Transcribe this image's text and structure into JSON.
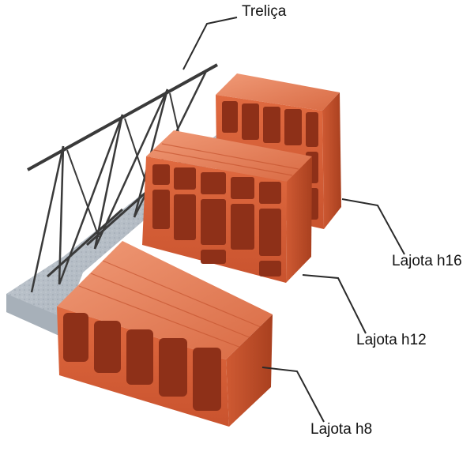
{
  "labels": {
    "trelica": "Treliça",
    "lajota_h16": "Lajota h16",
    "lajota_h12": "Lajota h12",
    "lajota_h8": "Lajota h8"
  },
  "colors": {
    "clay_face": "#d9603a",
    "clay_top": "#e98a66",
    "clay_side": "#c24e2c",
    "clay_hole": "#8e3018",
    "concrete": "#b9c2cc",
    "steel": "#3a3a3a",
    "leader": "#2a2a2a"
  }
}
